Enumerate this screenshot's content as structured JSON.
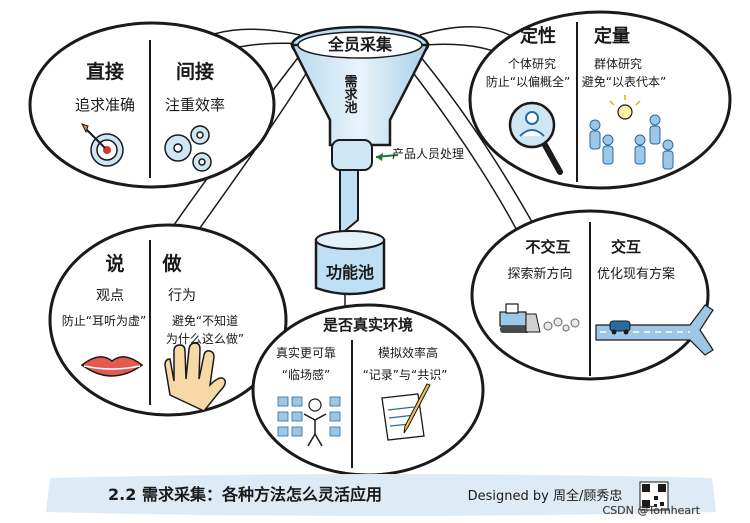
{
  "funnel": {
    "top_label": "全员采集",
    "pool_label": "需求池",
    "handler_label": "产品人员处理",
    "tank_label": "功能池"
  },
  "topleft": {
    "left_title": "直接",
    "left_desc": "追求准确",
    "right_title": "间接",
    "right_desc": "注重效率"
  },
  "topright": {
    "left_title": "定性",
    "left_line1": "个体研究",
    "left_line2": "防止“以偏概全”",
    "right_title": "定量",
    "right_line1": "群体研究",
    "right_line2": "避免“以表代本”"
  },
  "midleft": {
    "left_title": "说",
    "left_line1": "观点",
    "left_line2": "防止“耳听为虚”",
    "right_title": "做",
    "right_line1": "行为",
    "right_line2": "避免“不知道",
    "right_line3": "为什么这么做”"
  },
  "midright": {
    "left_title": "不交互",
    "left_desc": "探索新方向",
    "right_title": "交互",
    "right_desc": "优化现有方案"
  },
  "bottom": {
    "title": "是否真实环境",
    "left_line1": "真实更可靠",
    "left_line2": "“临场感”",
    "right_line1": "模拟效率高",
    "right_line2": "“记录”与“共识”"
  },
  "footer": {
    "title": "2.2 需求采集：各种方法怎么灵活应用",
    "credit": "Designed by 周全/顾秀忠",
    "watermark": "CSDN @Tomheart"
  },
  "colors": {
    "sky": "#bfe0f4",
    "line": "#1a1a1a",
    "funnel": "#d6ebf7",
    "footer_bg": "#dcebf6",
    "accent": "#2b6a9e"
  }
}
